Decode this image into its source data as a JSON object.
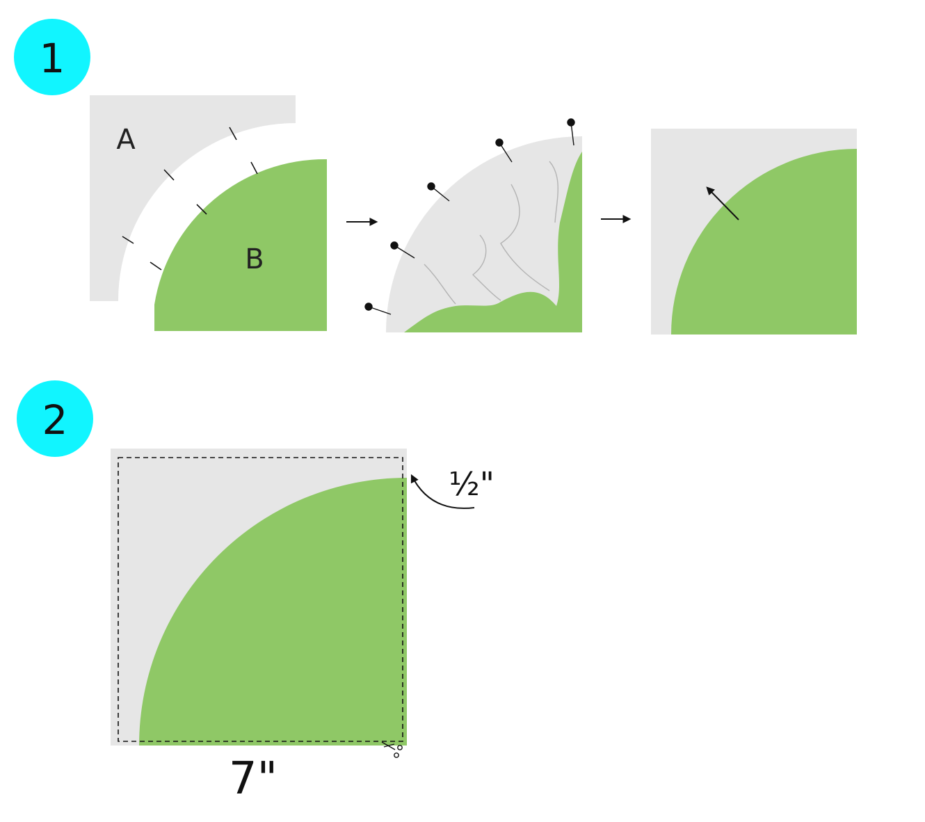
{
  "steps": [
    {
      "number": "1"
    },
    {
      "number": "2"
    }
  ],
  "step1": {
    "piece_a_label": "A",
    "piece_b_label": "B"
  },
  "step2": {
    "seam_allowance": "½\"",
    "size": "7\""
  },
  "colors": {
    "step_circle": "#11f5ff",
    "fabric_a": "#e6e6e6",
    "fabric_b": "#8fc866",
    "ink": "#111111"
  },
  "icons": [
    "arrow-right-icon",
    "pin-icon",
    "scissors-icon"
  ]
}
